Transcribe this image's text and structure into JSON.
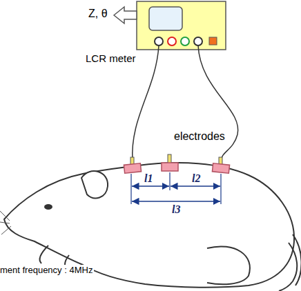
{
  "diagram": {
    "nodes": [
      {
        "text": [
          "LCR meter"
        ]
      }
    ],
    "labels": [
      "Z, θ",
      "electrodes",
      "l1",
      "l2",
      "l3",
      "ment frequency : 4MHz"
    ]
  }
}
